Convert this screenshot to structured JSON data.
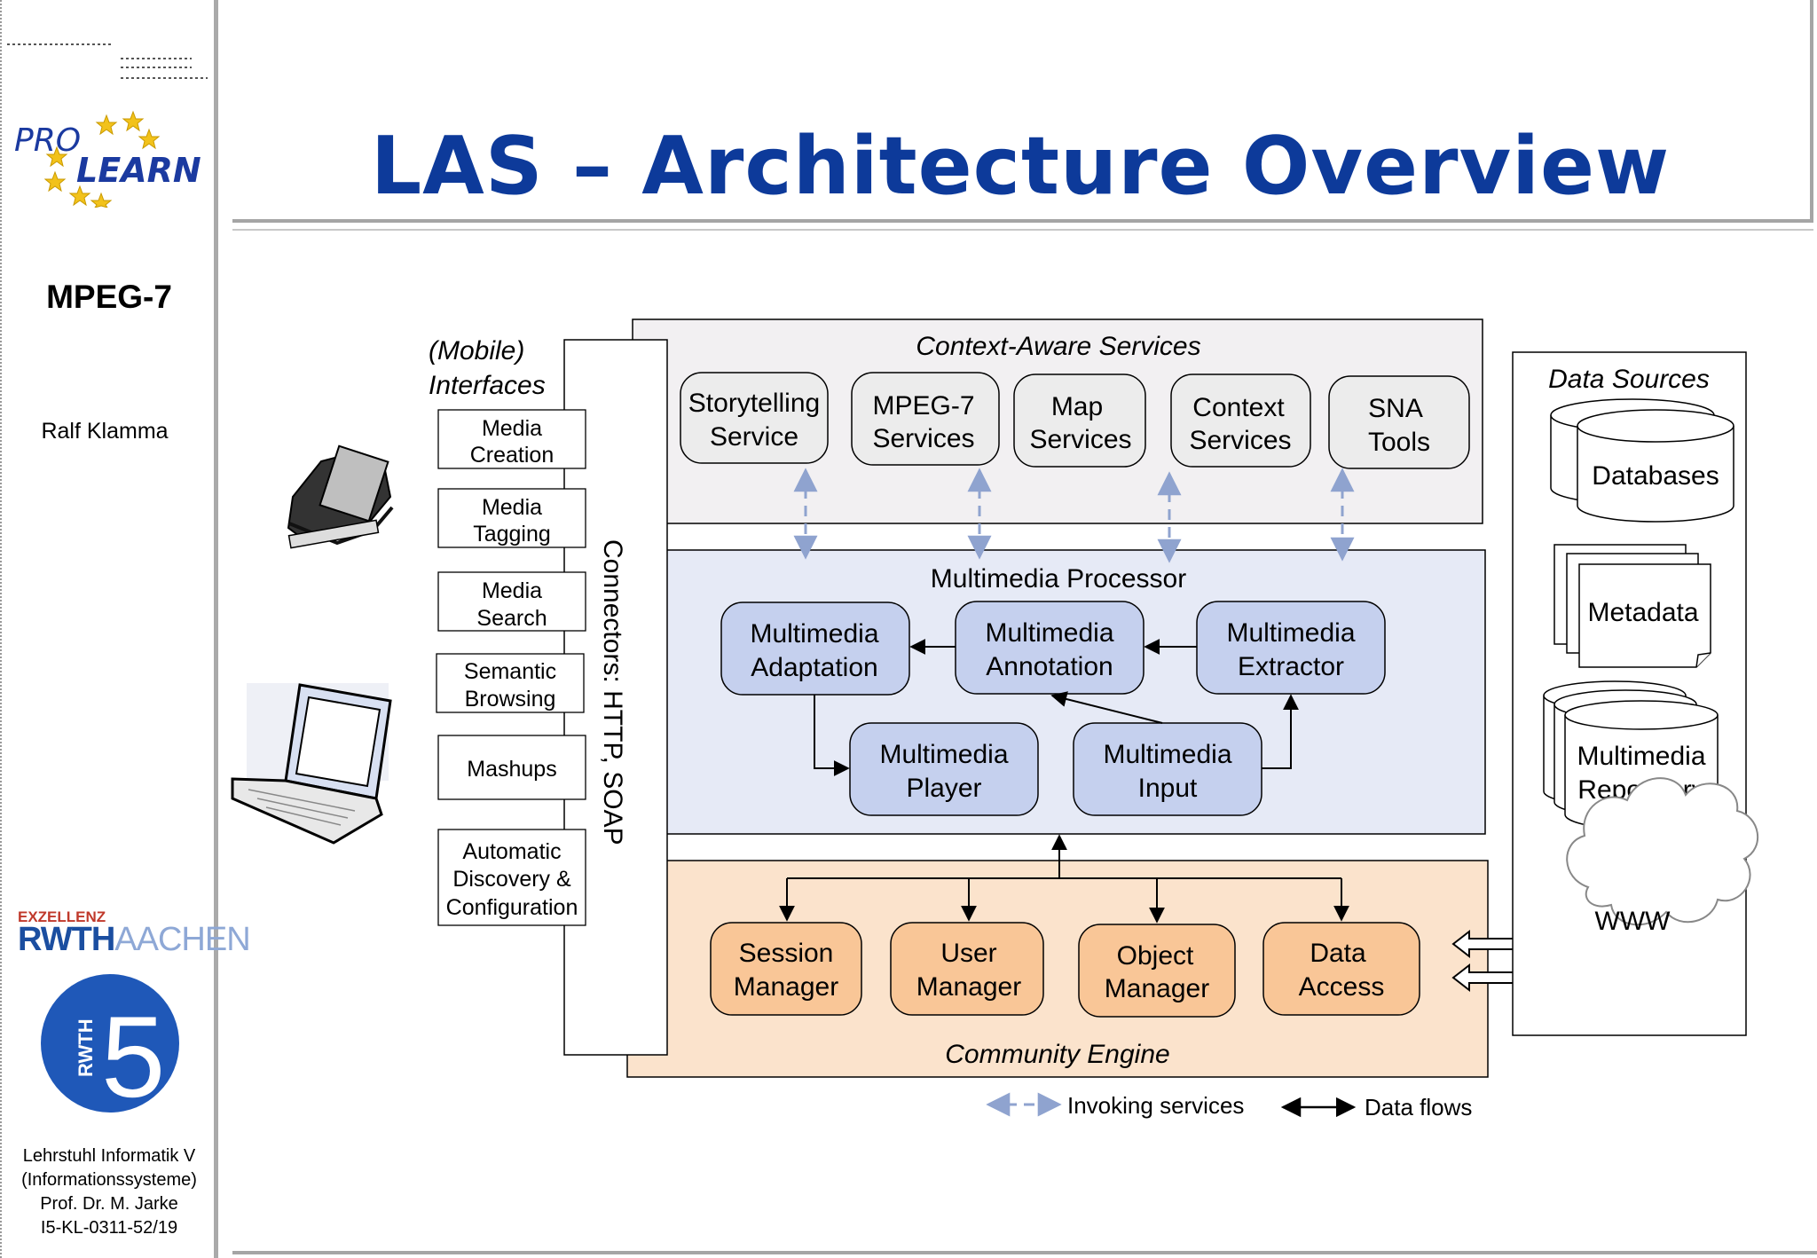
{
  "sidebar": {
    "logo_pro": "PRO",
    "logo_learn": "LEARN",
    "title": "MPEG-7",
    "author": "Ralf Klamma",
    "rwth_excellence": "EXZELLENZ",
    "rwth_name": "RWTH",
    "rwth_city": "AACHEN",
    "i5_text": "RWTH",
    "i5_num": "5",
    "footer": [
      "Lehrstuhl Informatik V",
      "(Informationssysteme)",
      "Prof. Dr. M. Jarke",
      "I5-KL-0311-52/19"
    ]
  },
  "title": "LAS – Architecture Overview",
  "diagram": {
    "interfaces_label": [
      "(Mobile)",
      "Interfaces"
    ],
    "interfaces": [
      [
        "Media",
        "Creation"
      ],
      [
        "Media",
        "Tagging"
      ],
      [
        "Media",
        "Search"
      ],
      [
        "Semantic",
        "Browsing"
      ],
      [
        "Mashups"
      ],
      [
        "Automatic",
        "Discovery &",
        "Configuration"
      ]
    ],
    "connectors": "Connectors: HTTP, SOAP",
    "context_aware_label": "Context-Aware Services",
    "context_services": [
      [
        "Storytelling",
        "Service"
      ],
      [
        "MPEG-7",
        "Services"
      ],
      [
        "Map",
        "Services"
      ],
      [
        "Context",
        "Services"
      ],
      [
        "SNA",
        "Tools"
      ]
    ],
    "multimedia_processor_label": "Multimedia Processor",
    "mm_adaptation": [
      "Multimedia",
      "Adaptation"
    ],
    "mm_annotation": [
      "Multimedia",
      "Annotation"
    ],
    "mm_extractor": [
      "Multimedia",
      "Extractor"
    ],
    "mm_player": [
      "Multimedia",
      "Player"
    ],
    "mm_input": [
      "Multimedia",
      "Input"
    ],
    "community_engine_label": "Community Engine",
    "community_services": [
      [
        "Session",
        "Manager"
      ],
      [
        "User",
        "Manager"
      ],
      [
        "Object",
        "Manager"
      ],
      [
        "Data",
        "Access"
      ]
    ],
    "data_sources_label": "Data Sources",
    "databases": "Databases",
    "metadata": "Metadata",
    "repository": [
      "Multimedia",
      "Repository"
    ],
    "www": "WWW",
    "legend_invoking": "Invoking services",
    "legend_dataflows": "Data flows",
    "colors": {
      "context_bg": "#f2f0f2",
      "processor_bg": "#e6eaf6",
      "processor_node": "#c5d0ee",
      "community_bg": "#fbe3cc",
      "community_node": "#f9c697",
      "service_node": "#ececec",
      "dashed_arrow": "#8fa3cf",
      "title_blue": "#0d3a9a"
    }
  }
}
